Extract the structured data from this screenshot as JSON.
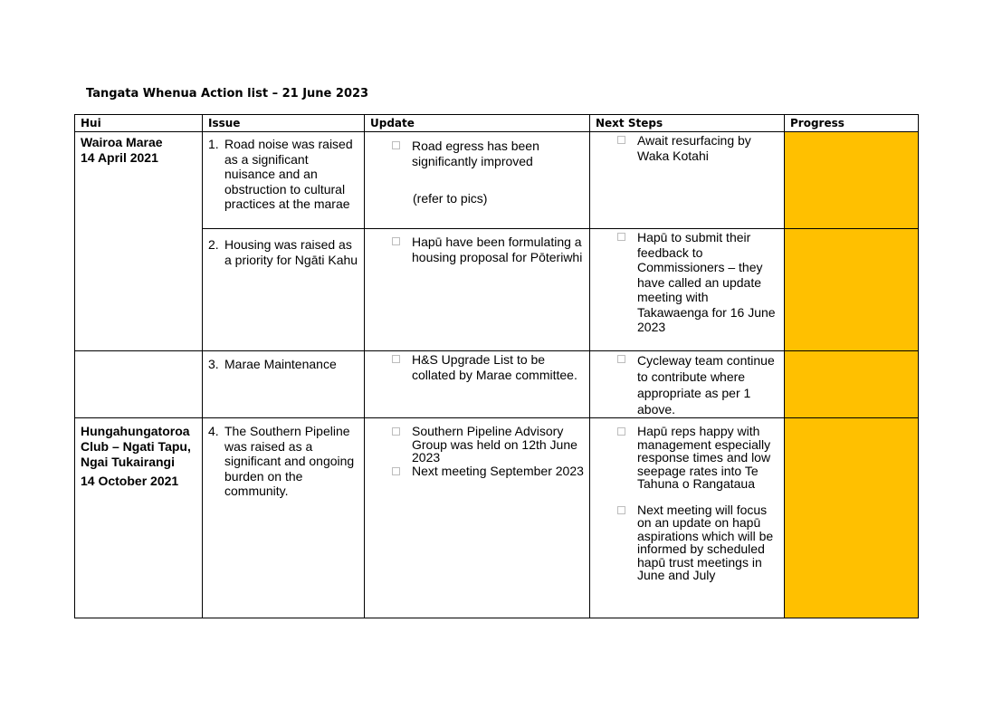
{
  "title": "Tangata Whenua Action list – 21 June 2023",
  "headers": {
    "hui": "Hui",
    "issue": "Issue",
    "update": "Update",
    "next_steps": "Next Steps",
    "progress": "Progress"
  },
  "rows": [
    {
      "hui": "Wairoa Marae",
      "hui_date": "14 April 2021",
      "issue_num": "1.",
      "issue": "Road noise was raised as a significant nuisance and an obstruction to cultural practices at the marae",
      "update": [
        "Road egress has been significantly improved",
        "(refer to pics)"
      ],
      "next_steps": [
        "Await resurfacing by Waka Kotahi"
      ]
    },
    {
      "issue_num": "2.",
      "issue": "Housing was raised as a priority for Ngāti Kahu",
      "update": [
        "Hapū have been formulating a housing proposal for Pōteriwhi"
      ],
      "next_steps": [
        "Hapū to submit their feedback to Commissioners – they have called an update meeting with Takawaenga for 16 June 2023"
      ]
    },
    {
      "issue_num": "3.",
      "issue": "Marae Maintenance",
      "update": [
        "H&S Upgrade List to be collated by Marae committee."
      ],
      "next_steps": [
        "Cycleway team continue to contribute where appropriate as per 1 above."
      ]
    },
    {
      "hui": "Hungahungatoroa Club – Ngati Tapu, Ngai Tukairangi",
      "hui_date": "14 October 2021",
      "issue_num": "4.",
      "issue": "The Southern Pipeline was raised as a significant and ongoing burden on the community.",
      "update": [
        "Southern Pipeline Advisory Group was held on 12th June 2023",
        "Next meeting September 2023"
      ],
      "next_steps": [
        "Hapū reps happy with management especially response times and low seepage rates into Te Tahuna o Rangataua",
        "Next meeting will focus on an update on hapū aspirations which will be informed by scheduled hapū trust meetings in June and July"
      ]
    }
  ],
  "colors": {
    "progress_fill": "#ffc000"
  },
  "icons": {
    "bullet": "checkbox-bullet-icon"
  }
}
